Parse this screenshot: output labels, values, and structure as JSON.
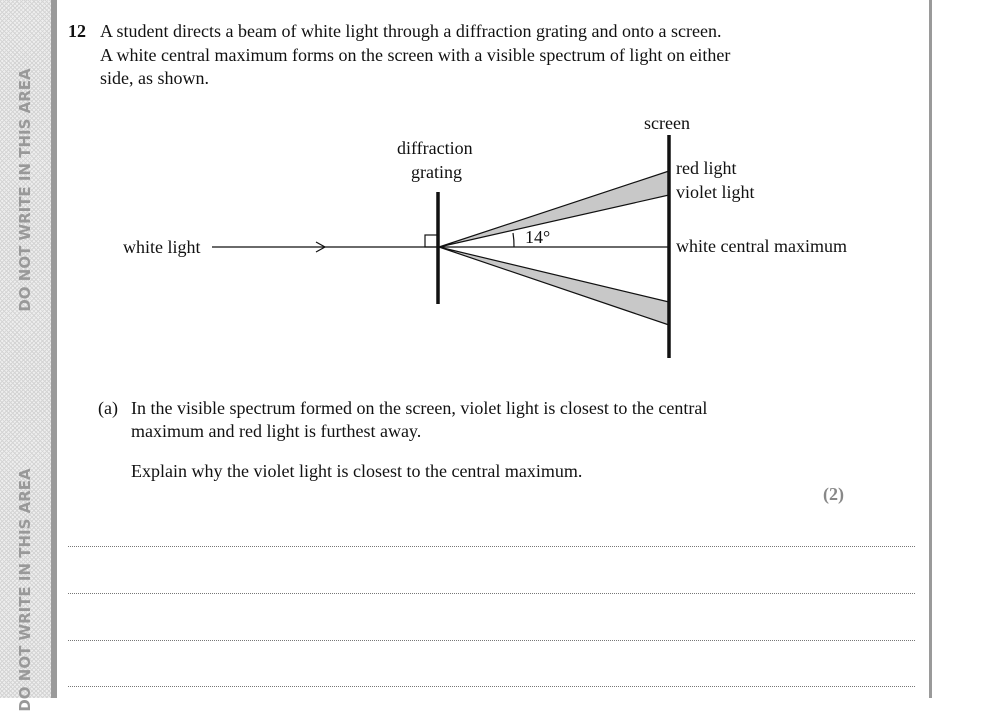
{
  "margin": {
    "text_top": "DO NOT WRITE IN THIS AREA",
    "text_bottom": "DO NOT WRITE IN THIS AREA"
  },
  "question": {
    "number": "12",
    "line1": "A student directs a beam of white light through a diffraction grating and onto a screen.",
    "line2": "A white central maximum forms on the screen with a visible spectrum of light on either",
    "line3": "side, as shown."
  },
  "diagram": {
    "screen": "screen",
    "grating1": "diffraction",
    "grating2": "grating",
    "white_light": "white light",
    "red": "red light",
    "violet": "violet light",
    "central": "white central maximum",
    "angle": "14°"
  },
  "part_a": {
    "label": "(a)",
    "line1": "In the visible spectrum formed on the screen, violet light is closest to the central",
    "line2": "maximum and red light is furthest away.",
    "prompt": "Explain why the violet light is closest to the central maximum.",
    "marks": "(2)"
  }
}
